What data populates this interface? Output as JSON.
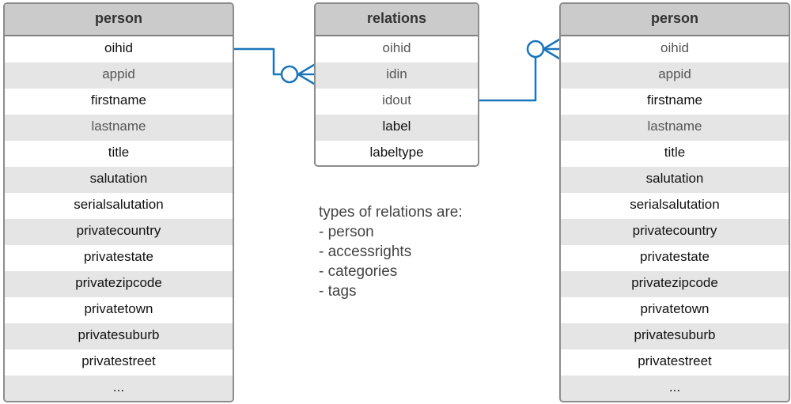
{
  "left_entity": {
    "title": "person",
    "fields": [
      "oihid",
      "appid",
      "firstname",
      "lastname",
      "title",
      "salutation",
      "serialsalutation",
      "privatecountry",
      "privatestate",
      "privatezipcode",
      "privatetown",
      "privatesuburb",
      "privatestreet",
      "..."
    ]
  },
  "middle_entity": {
    "title": "relations",
    "fields": [
      "oihid",
      "idin",
      "idout",
      "label",
      "labeltype"
    ]
  },
  "right_entity": {
    "title": "person",
    "fields": [
      "oihid",
      "appid",
      "firstname",
      "lastname",
      "title",
      "salutation",
      "serialsalutation",
      "privatecountry",
      "privatestate",
      "privatezipcode",
      "privatetown",
      "privatesuburb",
      "privatestreet",
      "..."
    ]
  },
  "note": {
    "heading": "types of relations are:",
    "items": [
      "- person",
      "- accessrights",
      "- categories",
      "- tags"
    ]
  },
  "colors": {
    "connector": "#1b75bb",
    "header_bg": "#cbcbcb",
    "alt_row_bg": "#e5e5e5",
    "border": "#8c8c8c"
  }
}
